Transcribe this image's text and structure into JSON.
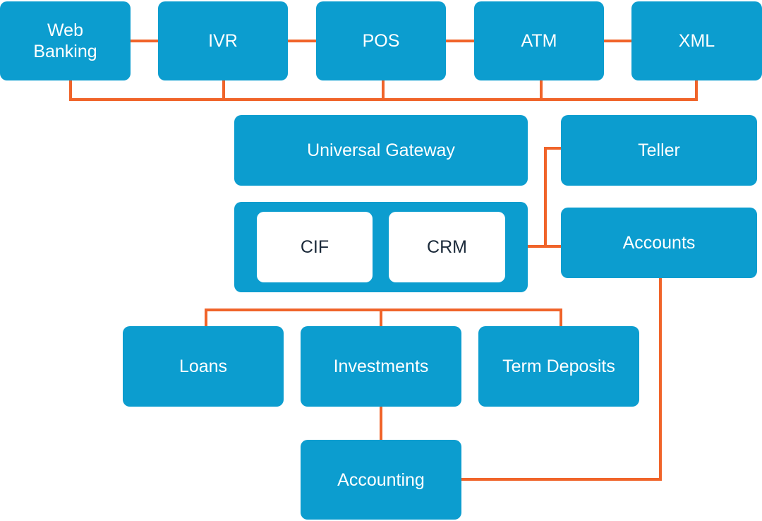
{
  "colors": {
    "box": "#0C9DCF",
    "connector": "#F0642A",
    "inner_box": "#FFFFFF",
    "inner_text": "#1B2A3A"
  },
  "channels": [
    {
      "id": "web-banking",
      "label": "Web\nBanking"
    },
    {
      "id": "ivr",
      "label": "IVR"
    },
    {
      "id": "pos",
      "label": "POS"
    },
    {
      "id": "atm",
      "label": "ATM"
    },
    {
      "id": "xml",
      "label": "XML"
    }
  ],
  "core": {
    "gateway": "Universal Gateway",
    "cif": "CIF",
    "crm": "CRM"
  },
  "side": {
    "teller": "Teller",
    "accounts": "Accounts"
  },
  "products": [
    {
      "id": "loans",
      "label": "Loans"
    },
    {
      "id": "investments",
      "label": "Investments"
    },
    {
      "id": "term-deposits",
      "label": "Term Deposits"
    }
  ],
  "accounting": "Accounting"
}
